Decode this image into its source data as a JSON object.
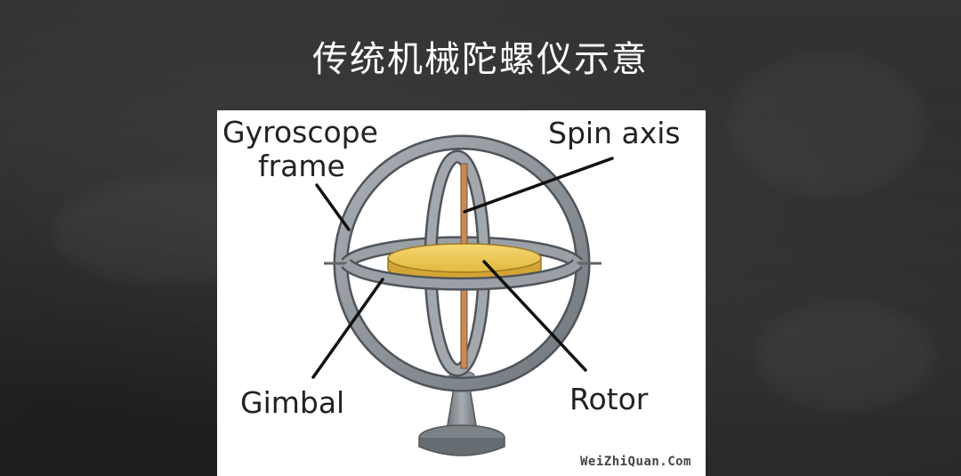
{
  "slide": {
    "title": "传统机械陀螺仪示意"
  },
  "diagram": {
    "labels": {
      "gyroscope_frame_line1": "Gyroscope",
      "gyroscope_frame_line2": "frame",
      "spin_axis": "Spin axis",
      "gimbal": "Gimbal",
      "rotor": "Rotor"
    },
    "watermark": "WeiZhiQuan.Com",
    "colors": {
      "background": "#2e2e2e",
      "rotor": "#e8c14a",
      "axis": "#c98a55",
      "frame": "#8a9096"
    }
  }
}
